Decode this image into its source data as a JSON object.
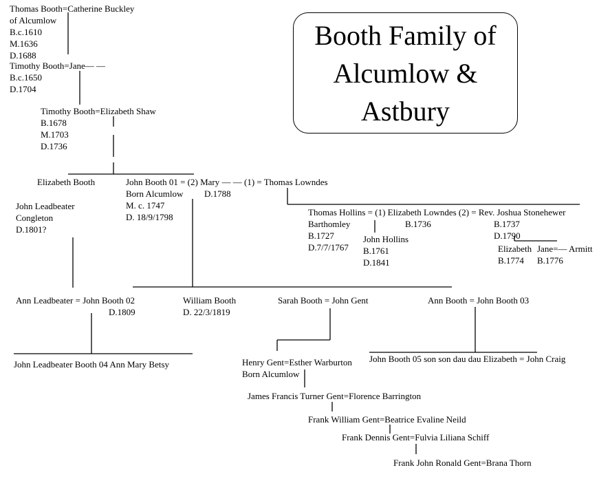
{
  "title": {
    "line1": "Booth Family of",
    "line2": "Alcumlow &",
    "line3": "Astbury"
  },
  "people": {
    "thomas_booth": [
      "Thomas Booth=Catherine Buckley",
      "of Alcumlow",
      "B.c.1610",
      "M.1636",
      "D.1688"
    ],
    "timothy_booth_sr": [
      "Timothy Booth=Jane— —",
      "B.c.1650",
      "D.1704"
    ],
    "timothy_booth_jr": [
      "Timothy Booth=Elizabeth Shaw",
      "B.1678",
      "M.1703",
      "D.1736"
    ],
    "elizabeth_booth": [
      "Elizabeth Booth"
    ],
    "john_booth_01": [
      "John Booth 01 = (2) Mary — — (1) = Thomas Lowndes",
      "Born Alcumlow",
      "M. c. 1747",
      "D. 18/9/1798"
    ],
    "mary_death": [
      "D.1788"
    ],
    "john_leadbeater": [
      "John Leadbeater",
      "Congleton",
      "D.1801?"
    ],
    "thomas_hollins": [
      "Thomas Hollins = (1) Elizabeth Lowndes (2) = Rev. Joshua Stonehewer",
      "Barthomley",
      "B.1727",
      "D.7/7/1767"
    ],
    "elizabeth_lowndes_birth": [
      "B.1736"
    ],
    "stonehewer_dates": [
      "B.1737",
      "D.1790"
    ],
    "john_hollins": [
      "John Hollins",
      "B.1761",
      "D.1841"
    ],
    "elizabeth_stonehewer": [
      "Elizabeth",
      "B.1774"
    ],
    "jane_armitt": [
      "Jane=— Armitt",
      "B.1776"
    ],
    "ann_leadbeater": [
      "Ann Leadbeater = John Booth 02",
      "D.1809"
    ],
    "william_booth": [
      "William Booth",
      "D. 22/3/1819"
    ],
    "sarah_booth": [
      "Sarah Booth = John Gent"
    ],
    "ann_booth": [
      "Ann Booth = John Booth 03"
    ],
    "john_leadbeater_booth": [
      "John Leadbeater Booth 04 Ann Mary Betsy"
    ],
    "henry_gent": [
      "Henry Gent=Esther Warburton",
      "Born Alcumlow"
    ],
    "john_booth_05": [
      "John Booth 05 son son dau dau Elizabeth = John Craig"
    ],
    "james_gent": [
      "James Francis Turner Gent=Florence Barrington"
    ],
    "frank_william_gent": [
      "Frank William Gent=Beatrice Evaline Neild"
    ],
    "frank_dennis_gent": [
      "Frank Dennis Gent=Fulvia Liliana Schiff"
    ],
    "frank_john_gent": [
      "Frank John Ronald Gent=Brana Thorn"
    ]
  }
}
